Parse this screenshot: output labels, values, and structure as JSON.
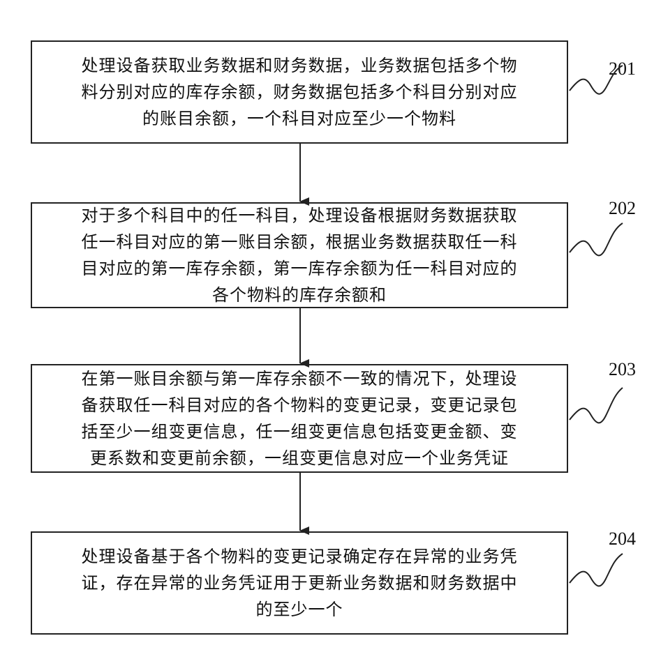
{
  "steps": [
    {
      "number": "201",
      "lines": [
        "处理设备获取业务数据和财务数据，业务数据包括多个物",
        "料分别对应的库存余额，财务数据包括多个科目分别对应",
        "的账目余额，一个科目对应至少一个物料"
      ]
    },
    {
      "number": "202",
      "lines": [
        "对于多个科目中的任一科目，处理设备根据财务数据获取",
        "任一科目对应的第一账目余额，根据业务数据获取任一科",
        "目对应的第一库存余额，第一库存余额为任一科目对应的",
        "各个物料的库存余额和"
      ]
    },
    {
      "number": "203",
      "lines": [
        "在第一账目余额与第一库存余额不一致的情况下，处理设",
        "备获取任一科目对应的各个物料的变更记录，变更记录包",
        "括至少一组变更信息，任一组变更信息包括变更金额、变",
        "更系数和变更前余额，一组变更信息对应一个业务凭证"
      ]
    },
    {
      "number": "204",
      "lines": [
        "处理设备基于各个物料的变更记录确定存在异常的业务凭",
        "证，存在异常的业务凭证用于更新业务数据和财务数据中",
        "的至少一个"
      ]
    }
  ]
}
